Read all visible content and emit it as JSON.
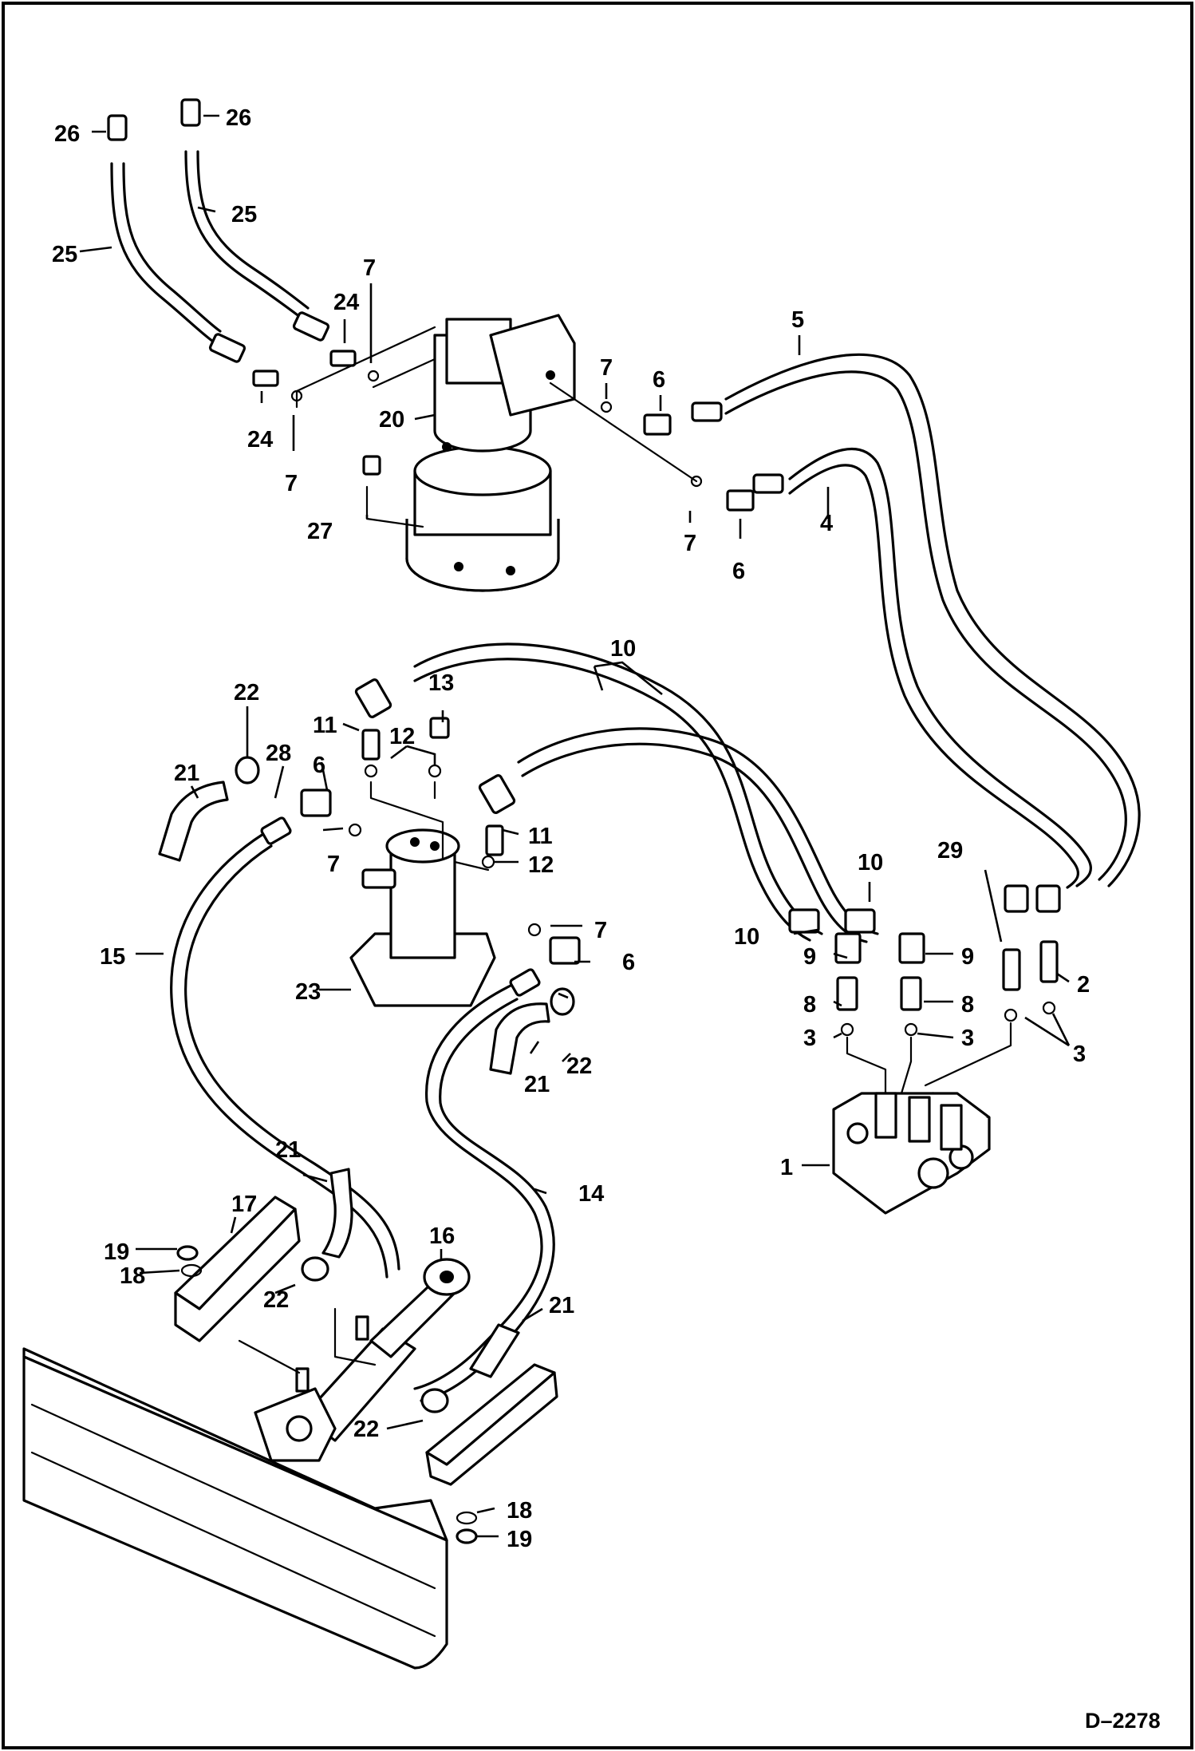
{
  "drawing_code": "D–2278",
  "callouts": [
    {
      "id": "c26a",
      "text": "26"
    },
    {
      "id": "c26b",
      "text": "26"
    },
    {
      "id": "c25a",
      "text": "25"
    },
    {
      "id": "c25b",
      "text": "25"
    },
    {
      "id": "c24a",
      "text": "24"
    },
    {
      "id": "c24b",
      "text": "24"
    },
    {
      "id": "c7a",
      "text": "7"
    },
    {
      "id": "c7b",
      "text": "7"
    },
    {
      "id": "c7c",
      "text": "7"
    },
    {
      "id": "c7d",
      "text": "7"
    },
    {
      "id": "c7e",
      "text": "7"
    },
    {
      "id": "c7f",
      "text": "7"
    },
    {
      "id": "c20",
      "text": "20"
    },
    {
      "id": "c27",
      "text": "27"
    },
    {
      "id": "c5",
      "text": "5"
    },
    {
      "id": "c4",
      "text": "4"
    },
    {
      "id": "c6a",
      "text": "6"
    },
    {
      "id": "c6b",
      "text": "6"
    },
    {
      "id": "c6c",
      "text": "6"
    },
    {
      "id": "c6d",
      "text": "6"
    },
    {
      "id": "c10a",
      "text": "10"
    },
    {
      "id": "c10b",
      "text": "10"
    },
    {
      "id": "c10c",
      "text": "10"
    },
    {
      "id": "c22a",
      "text": "22"
    },
    {
      "id": "c22b",
      "text": "22"
    },
    {
      "id": "c22c",
      "text": "22"
    },
    {
      "id": "c22d",
      "text": "22"
    },
    {
      "id": "c13",
      "text": "13"
    },
    {
      "id": "c11a",
      "text": "11"
    },
    {
      "id": "c11b",
      "text": "11"
    },
    {
      "id": "c12a",
      "text": "12"
    },
    {
      "id": "c12b",
      "text": "12"
    },
    {
      "id": "c28",
      "text": "28"
    },
    {
      "id": "c21a",
      "text": "21"
    },
    {
      "id": "c21b",
      "text": "21"
    },
    {
      "id": "c21c",
      "text": "21"
    },
    {
      "id": "c21d",
      "text": "21"
    },
    {
      "id": "c29",
      "text": "29"
    },
    {
      "id": "c9a",
      "text": "9"
    },
    {
      "id": "c9b",
      "text": "9"
    },
    {
      "id": "c2",
      "text": "2"
    },
    {
      "id": "c8a",
      "text": "8"
    },
    {
      "id": "c8b",
      "text": "8"
    },
    {
      "id": "c3a",
      "text": "3"
    },
    {
      "id": "c3b",
      "text": "3"
    },
    {
      "id": "c3c",
      "text": "3"
    },
    {
      "id": "c15",
      "text": "15"
    },
    {
      "id": "c23",
      "text": "23"
    },
    {
      "id": "c14",
      "text": "14"
    },
    {
      "id": "c1",
      "text": "1"
    },
    {
      "id": "c17",
      "text": "17"
    },
    {
      "id": "c16",
      "text": "16"
    },
    {
      "id": "c19a",
      "text": "19"
    },
    {
      "id": "c19b",
      "text": "19"
    },
    {
      "id": "c18a",
      "text": "18"
    },
    {
      "id": "c18b",
      "text": "18"
    }
  ]
}
